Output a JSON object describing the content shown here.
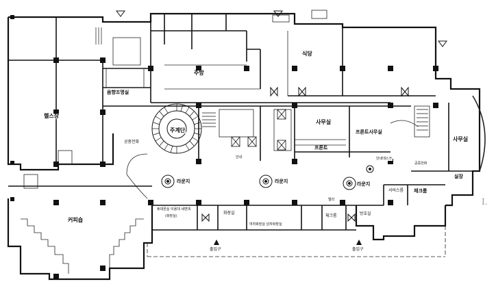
{
  "labels": {
    "restaurant": "식당",
    "kitchen": "주방",
    "sauna": "음향조명실",
    "fitness": "헬스장",
    "office_center": "사무실",
    "office_right": "사무실",
    "elevator_hall_left": "공중전화",
    "staircase": "주계단",
    "front_office": "프론트사무실",
    "front": "프론트",
    "guide": "안내",
    "guide2": "안내데스크",
    "phone_right": "공중전화",
    "lounge1": "라운지",
    "lounge2": "라운지",
    "lounge3": "라운지",
    "room_right1": "실장",
    "service_room": "서비스룸",
    "check_room": "체크룸",
    "coffee_shop": "커피숍",
    "shop_row1": "휴대폰실 이용대 세면대",
    "shop_row1b": "(화장실)",
    "toilet1": "화장실",
    "sub_label": "여자화장실 남자화장실",
    "check2": "체크룸",
    "guest_room": "방호실",
    "entrance_left": "출입구",
    "entrance_right": "출입구",
    "elev_small": "엘리",
    "side_mark": "I."
  }
}
